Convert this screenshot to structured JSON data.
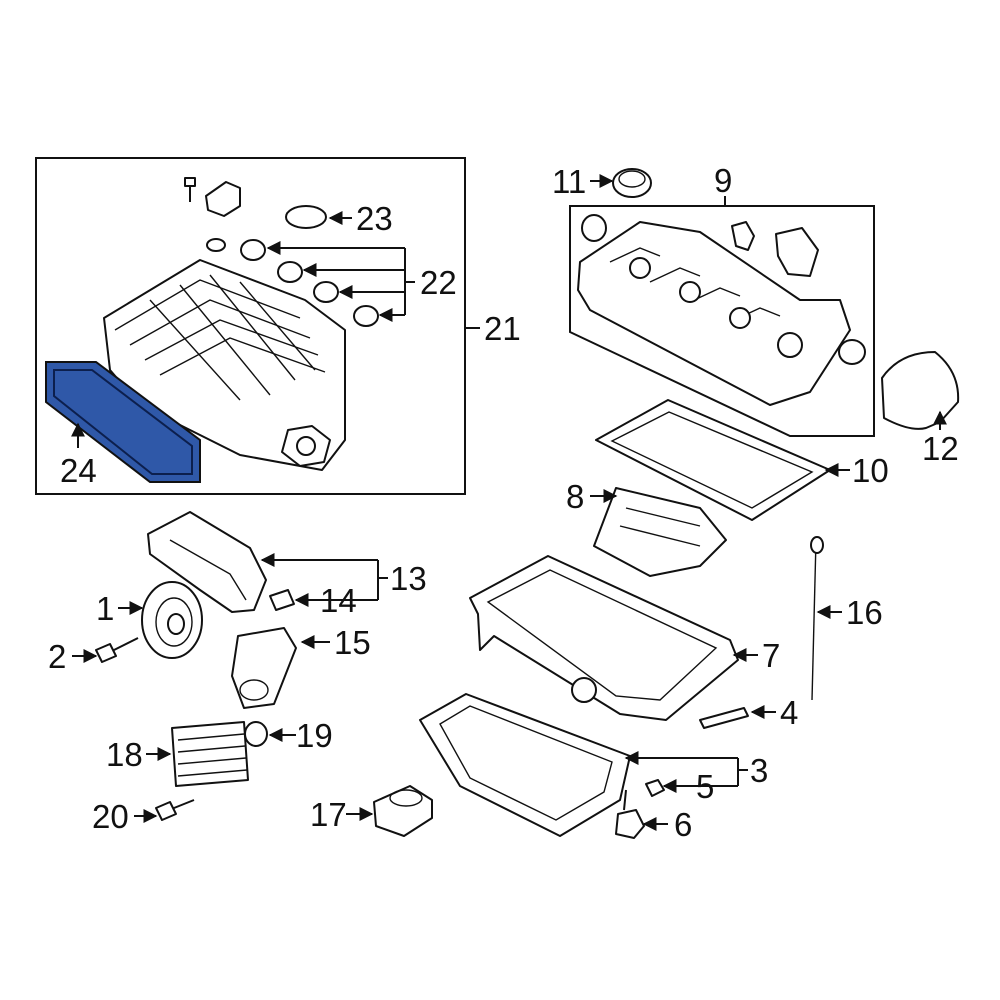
{
  "callouts": {
    "c1": "1",
    "c2": "2",
    "c3": "3",
    "c4": "4",
    "c5": "5",
    "c6": "6",
    "c7": "7",
    "c8": "8",
    "c9": "9",
    "c10": "10",
    "c11": "11",
    "c12": "12",
    "c13": "13",
    "c14": "14",
    "c15": "15",
    "c16": "16",
    "c17": "17",
    "c18": "18",
    "c19": "19",
    "c20": "20",
    "c21": "21",
    "c22": "22",
    "c23": "23",
    "c24": "24"
  },
  "colors": {
    "highlight": "#2f58a8",
    "line": "#111111",
    "background": "#ffffff"
  },
  "highlighted_part": "24"
}
